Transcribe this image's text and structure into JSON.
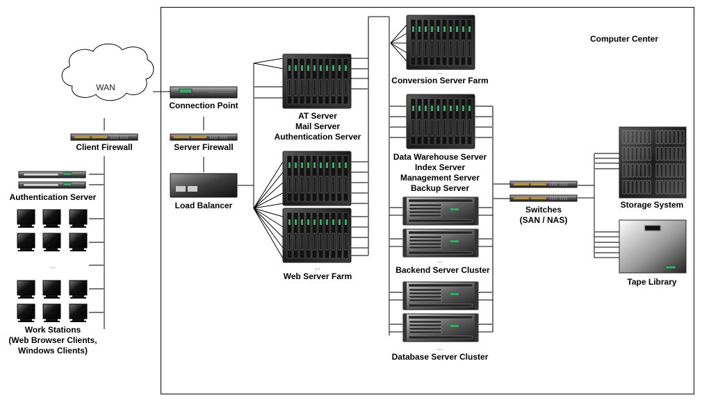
{
  "diagram": {
    "title": "Computer Center",
    "cloud": {
      "label": "WAN"
    },
    "client_side": {
      "client_firewall": "Client Firewall",
      "authentication_server": "Authentication Server",
      "ellipsis": "...",
      "work_stations": [
        "Work Stations",
        "(Web Browser Clients,",
        "Windows Clients)"
      ]
    },
    "entry": {
      "connection_point": "Connection Point",
      "server_firewall": "Server Firewall",
      "load_balancer": "Load Balancer"
    },
    "app_tier": {
      "blade_label": [
        "AT Server",
        "Mail Server",
        "Authentication Server"
      ],
      "web_farm_ellipsis": "...",
      "web_farm": "Web Server Farm"
    },
    "back_tier": {
      "conversion_ellipsis": "...",
      "conversion_farm": "Conversion Server Farm",
      "data_blade_label": [
        "Data Warehouse Server",
        "Index Server",
        "Management Server",
        "Backup Server"
      ],
      "backend_ellipsis": "...",
      "backend_cluster": "Backend Server Cluster",
      "database_ellipsis": "...",
      "database_cluster": "Database Server Cluster"
    },
    "storage": {
      "switches": [
        "Switches",
        "(SAN / NAS)"
      ],
      "storage_system": "Storage System",
      "tape_library": "Tape Library"
    }
  }
}
